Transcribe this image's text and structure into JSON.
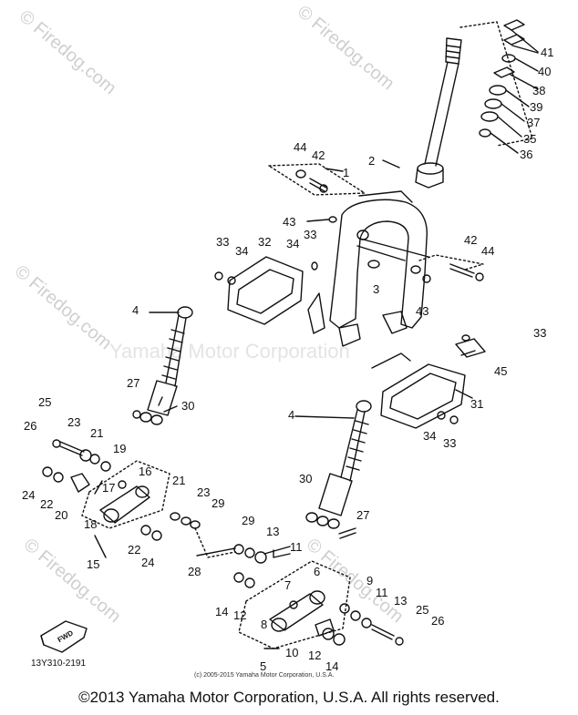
{
  "watermarks": {
    "top_left": "© Firedog.com",
    "top_right": "© Firedog.com",
    "mid_left": "© Firedog.com",
    "bottom_left": "© Firedog.com",
    "bottom_right": "© Firedog.com",
    "center": "Yamaha Motor Corporation"
  },
  "diagram": {
    "part_code": "13Y310-2191",
    "fwd_label": "FWD",
    "inner_copyright": "(c) 2005-2015 Yamaha Motor Corporation, U.S.A.",
    "callouts": {
      "c41": "41",
      "c40": "40",
      "c38": "38",
      "c39": "39",
      "c37": "37",
      "c35": "35",
      "c36": "36",
      "c44a": "44",
      "c42a": "42",
      "c1": "1",
      "c2": "2",
      "c43a": "43",
      "c33a": "33",
      "c34a": "34",
      "c32": "32",
      "c34b": "34",
      "c33b": "33",
      "c42b": "42",
      "c44b": "44",
      "c3": "3",
      "c43b": "43",
      "c4a": "4",
      "c33c": "33",
      "c45": "45",
      "c31": "31",
      "c27a": "27",
      "c30a": "30",
      "c4b": "4",
      "c34c": "34",
      "c33d": "33",
      "c25a": "25",
      "c23a": "23",
      "c26a": "26",
      "c21a": "21",
      "c19": "19",
      "c24a": "24",
      "c22a": "22",
      "c20": "20",
      "c17": "17",
      "c18": "18",
      "c16": "16",
      "c15": "15",
      "c21b": "21",
      "c23b": "23",
      "c29a": "29",
      "c22b": "22",
      "c24b": "24",
      "c30b": "30",
      "c27b": "27",
      "c29b": "29",
      "c13a": "13",
      "c11a": "11",
      "c28": "28",
      "c6": "6",
      "c7": "7",
      "c9": "9",
      "c11b": "11",
      "c13b": "13",
      "c25b": "25",
      "c26b": "26",
      "c14a": "14",
      "c12a": "12",
      "c8": "8",
      "c10": "10",
      "c12b": "12",
      "c14b": "14",
      "c5": "5"
    }
  },
  "footer": {
    "copyright": "©2013 Yamaha Motor Corporation, U.S.A. All rights reserved."
  }
}
